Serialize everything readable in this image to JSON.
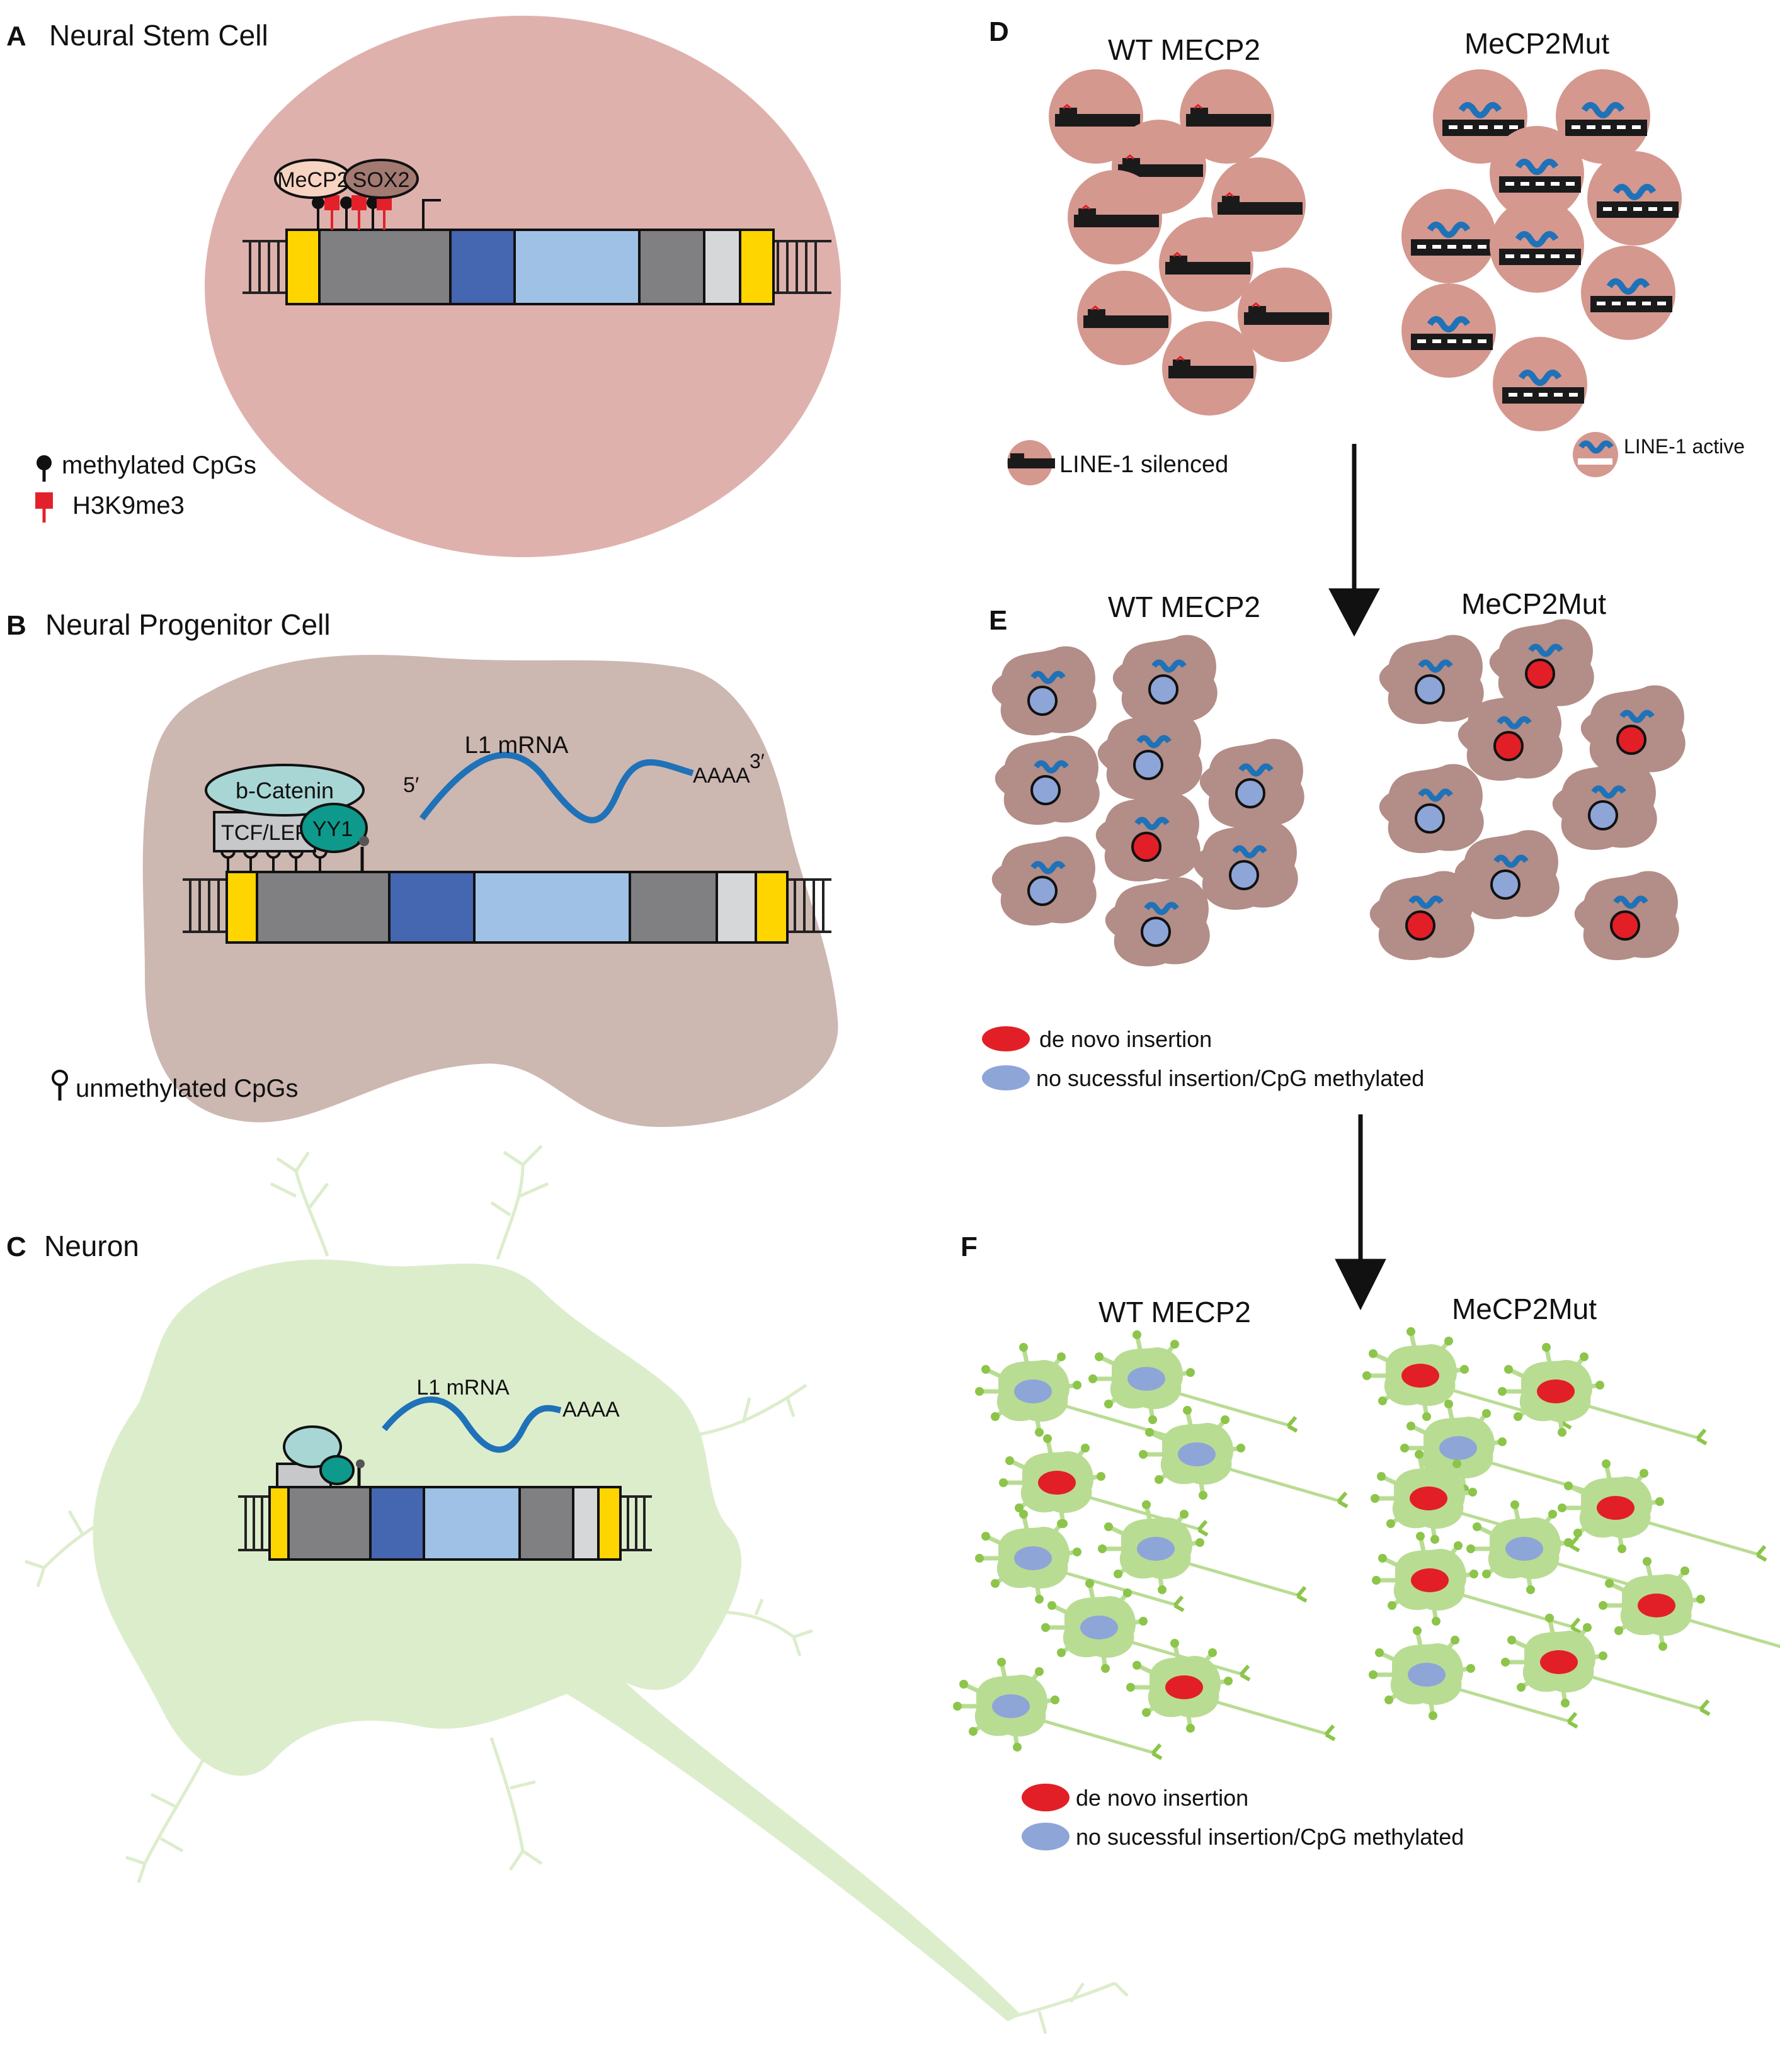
{
  "panelA": {
    "letter": "A",
    "title": "Neural Stem Cell",
    "mecp2": "MeCP2",
    "sox2": "SOX2",
    "legend_methylated": "methylated  CpGs",
    "legend_h3k9": "H3K9me3",
    "colors": {
      "cell": "#dfb1ad",
      "methyl": "#111111",
      "h3k9": "#e3212b"
    }
  },
  "panelB": {
    "letter": "B",
    "title": "Neural Progenitor Cell",
    "bcatenin": "b-Catenin",
    "tcflef": "TCF/LEF",
    "yy1": "YY1",
    "l1mrna": "L1 mRNA",
    "five_prime": "5′",
    "aaaa": "AAAA",
    "three_prime": "3′",
    "legend_unmethylated": "unmethylated  CpGs",
    "colors": {
      "cell": "#cdb7b1",
      "bcatenin": "#a8d6d4",
      "yy1": "#0d9a8c",
      "rna": "#1f72b8"
    }
  },
  "panelC": {
    "letter": "C",
    "title": "Neuron",
    "l1mrna": "L1 mRNA",
    "aaaa": "AAAA",
    "colors": {
      "neuron": "#dcedcc"
    }
  },
  "element": {
    "colors": {
      "utr": "#ffd500",
      "gray": "#808082",
      "orf1": "#4566b0",
      "orf2": "#9fc1e5",
      "light": "#d6d7d9"
    }
  },
  "panelD": {
    "letter": "D",
    "wt": "WT MECP2",
    "mut": "MeCP2Mut",
    "legend_silenced": "LINE-1  silenced",
    "legend_active": "LINE-1 active",
    "colors": {
      "nucleus": "#d4988f"
    }
  },
  "panelE": {
    "letter": "E",
    "wt": "WT MECP2",
    "mut": "MeCP2Mut",
    "legend_denovo": "de novo insertion",
    "legend_none": "no sucessful insertion/CpG methylated",
    "colors": {
      "cell": "#b38d87",
      "red": "#e21f26",
      "blue": "#8ea5d8"
    }
  },
  "panelF": {
    "letter": "F",
    "wt": "WT MECP2",
    "mut": "MeCP2Mut",
    "legend_denovo": "de novo insertion",
    "legend_none": "no sucessful insertion/CpG methylated",
    "colors": {
      "neuron": "#b9dc93",
      "spine": "#8cc54a",
      "red": "#e21f26",
      "blue": "#8ea5d8"
    }
  }
}
